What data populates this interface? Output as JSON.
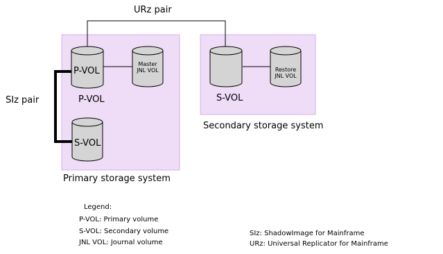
{
  "pairs": {
    "urz_label": "URz pair",
    "siz_label": "SIz pair"
  },
  "primary": {
    "label": "Primary storage system",
    "pvol_on_cylinder": "P-VOL",
    "pvol_caption": "P-VOL",
    "svol_on_cylinder": "S-VOL",
    "master_jnl_line1": "Master",
    "master_jnl_line2": "JNL VOL"
  },
  "secondary": {
    "label": "Secondary storage system",
    "svol_caption": "S-VOL",
    "restore_jnl_line1": "Restore",
    "restore_jnl_line2": "JNL VOL"
  },
  "legend": {
    "title": "Legend:",
    "items": [
      "P-VOL:  Primary volume",
      "S-VOL:  Secondary volume",
      "JNL VOL:  Journal volume",
      "SIz:  ShadowImage for Mainframe",
      "URz:  Universal Replicator for Mainframe"
    ]
  },
  "colors": {
    "storage_fill": "#efdcf7",
    "storage_border": "#d6b3e6",
    "cylinder_fill": "#d4d4d4",
    "line": "#000000"
  }
}
